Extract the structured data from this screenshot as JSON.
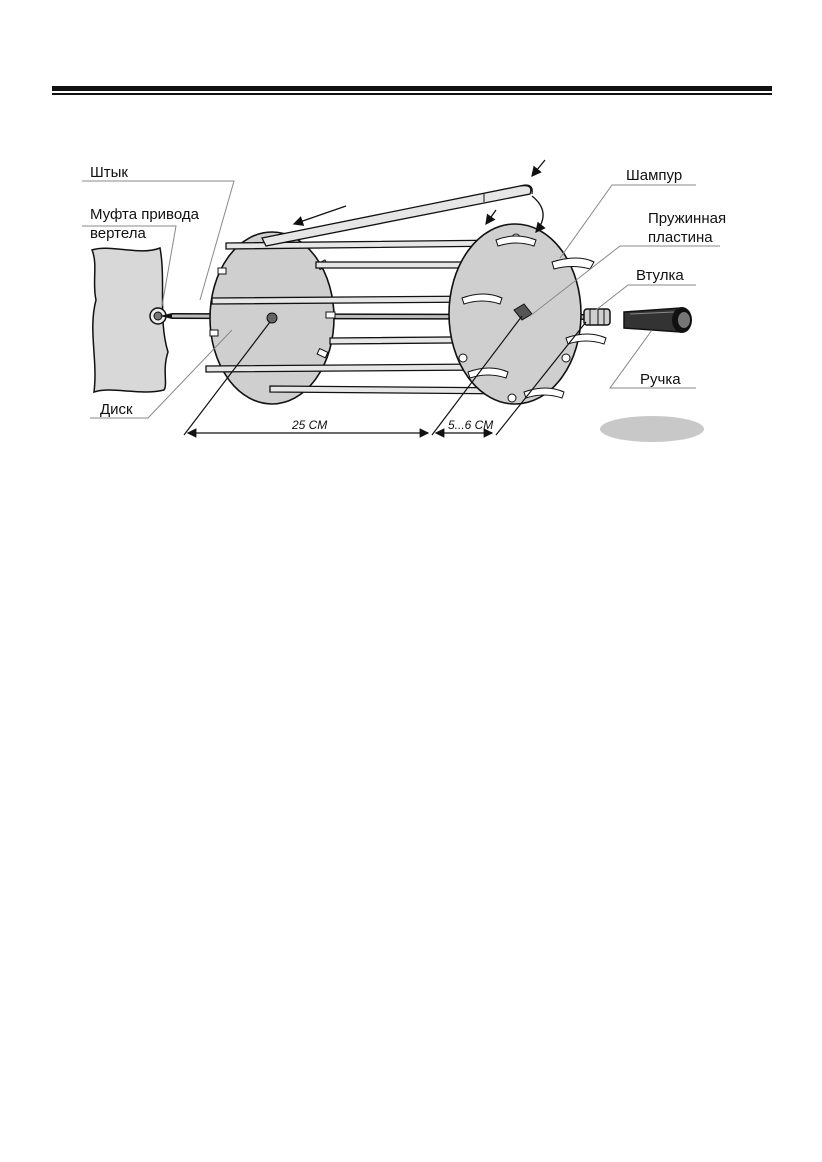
{
  "labels": {
    "shtyk": "Штык",
    "mufta_line1": "Муфта привода",
    "mufta_line2": "вертела",
    "disk": "Диск",
    "shampur": "Шампур",
    "plate_line1": "Пружинная",
    "plate_line2": "пластина",
    "vtulka": "Втулка",
    "ruchka": "Ручка"
  },
  "dimensions": {
    "disk_spacing": "25 СМ",
    "end_gap": "5...6 СМ"
  },
  "colors": {
    "line": "#111111",
    "metal_fill": "#cfcfcf",
    "board_fill": "#d8d8d8",
    "rod_fill": "#bdbdbd",
    "oval_fill": "#c8c8c8"
  }
}
